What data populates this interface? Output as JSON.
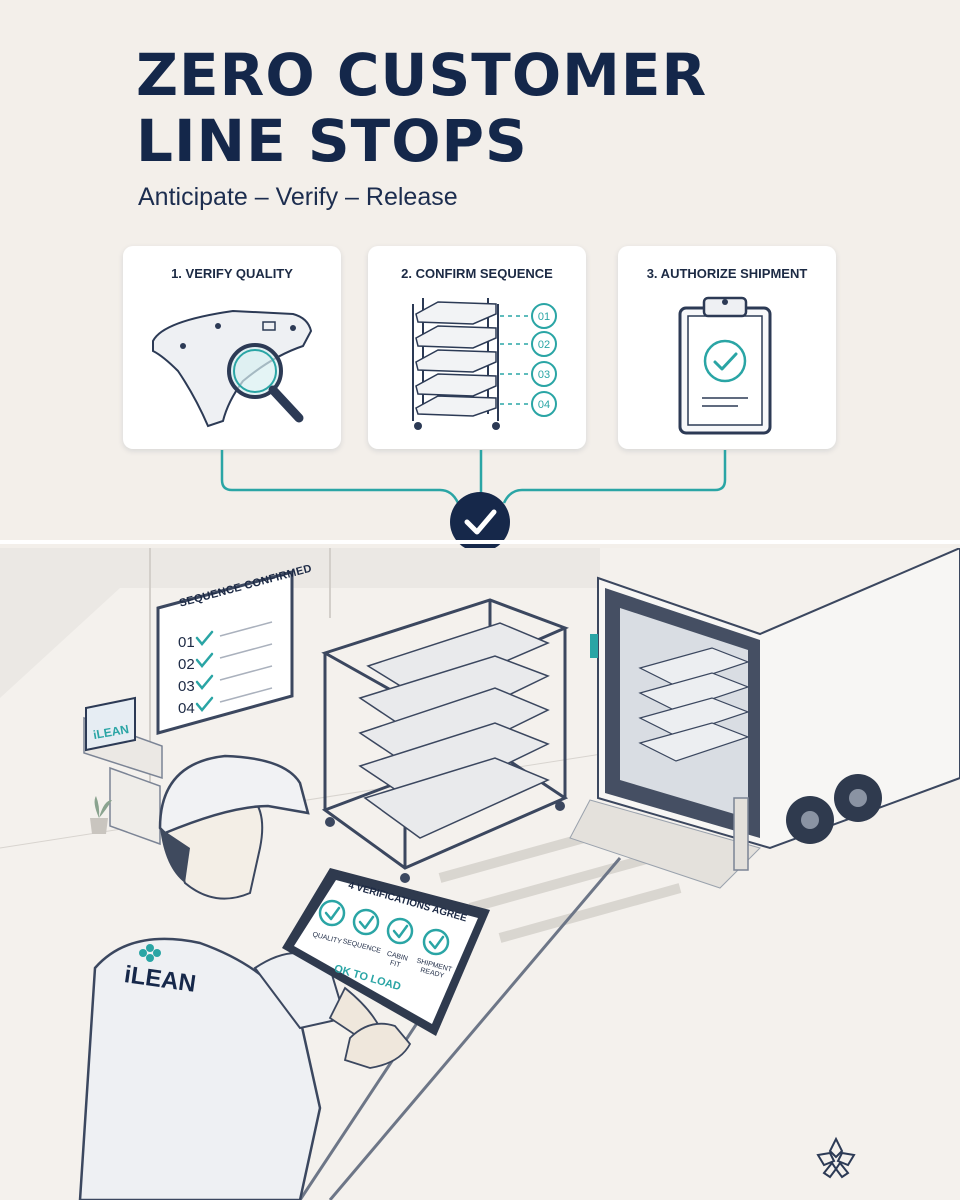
{
  "header": {
    "title_line1": "ZERO CUSTOMER",
    "title_line2": "LINE STOPS",
    "subtitle": "Anticipate – Verify – Release"
  },
  "steps": [
    {
      "label": "1. VERIFY QUALITY",
      "icon": "magnifier-headliner-icon"
    },
    {
      "label": "2. CONFIRM SEQUENCE",
      "icon": "rack-sequence-icon",
      "sequence": [
        "01",
        "02",
        "03",
        "04"
      ]
    },
    {
      "label": "3. AUTHORIZE SHIPMENT",
      "icon": "clipboard-check-icon"
    }
  ],
  "merge_icon": "check-circle-icon",
  "colors": {
    "navy": "#16284a",
    "teal": "#2aa5a5",
    "background": "#f3efea"
  },
  "board": {
    "title": "SEQUENCE CONFIRMED",
    "rows": [
      "01",
      "02",
      "03",
      "04"
    ]
  },
  "monitor": {
    "brand": "iLEAN"
  },
  "worker": {
    "shirt_brand": "iLEAN"
  },
  "tablet": {
    "title": "4 VERIFICATIONS AGREE",
    "checks": [
      "QUALITY",
      "SEQUENCE",
      "CABIN FIT",
      "SHIPMENT READY"
    ],
    "status": "OK TO LOAD"
  },
  "corner_logo": "ilean-logo-icon"
}
